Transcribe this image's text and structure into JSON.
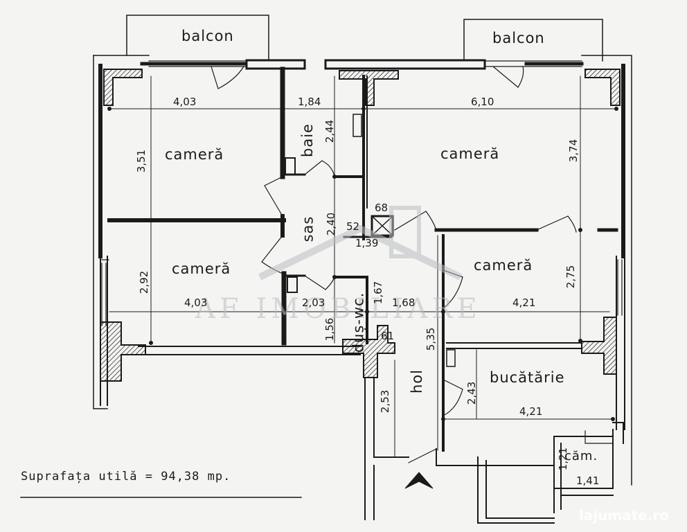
{
  "rooms": {
    "balcon_left": "balcon",
    "balcon_right": "balcon",
    "camera_top_left": "cameră",
    "camera_bottom_left": "cameră",
    "camera_top_right": "cameră",
    "camera_mid_right": "cameră",
    "baie": "baie",
    "sas": "sas",
    "dus_wc": "duș-wc.",
    "hol": "hol",
    "bucatarie": "bucătărie",
    "camara": "căm."
  },
  "dimensions": {
    "d_403_top": "4,03",
    "d_184": "1,84",
    "d_610": "6,10",
    "d_351": "3,51",
    "d_244": "2,44",
    "d_374": "3,74",
    "d_68": "68",
    "d_52": "52",
    "d_240": "2,40",
    "d_139": "1,39",
    "d_292": "2,92",
    "d_403_bottom": "4,03",
    "d_203": "2,03",
    "d_167": "1,67",
    "d_168": "1,68",
    "d_421_mid": "4,21",
    "d_275": "2,75",
    "d_156": "1,56",
    "d_61": "61",
    "d_535": "5,35",
    "d_253": "2,53",
    "d_243": "2,43",
    "d_421_bottom": "4,21",
    "d_121": "1,21",
    "d_141": "1,41"
  },
  "surface_text": "Suprafața utilă = 94,38 mp.",
  "watermark_text": "AF IMOBILIARE",
  "logo_text": "lajumate.ro",
  "colors": {
    "ink": "#1a1a1a",
    "paper": "#f4f5f3",
    "watermark": "#b9bcbf"
  }
}
